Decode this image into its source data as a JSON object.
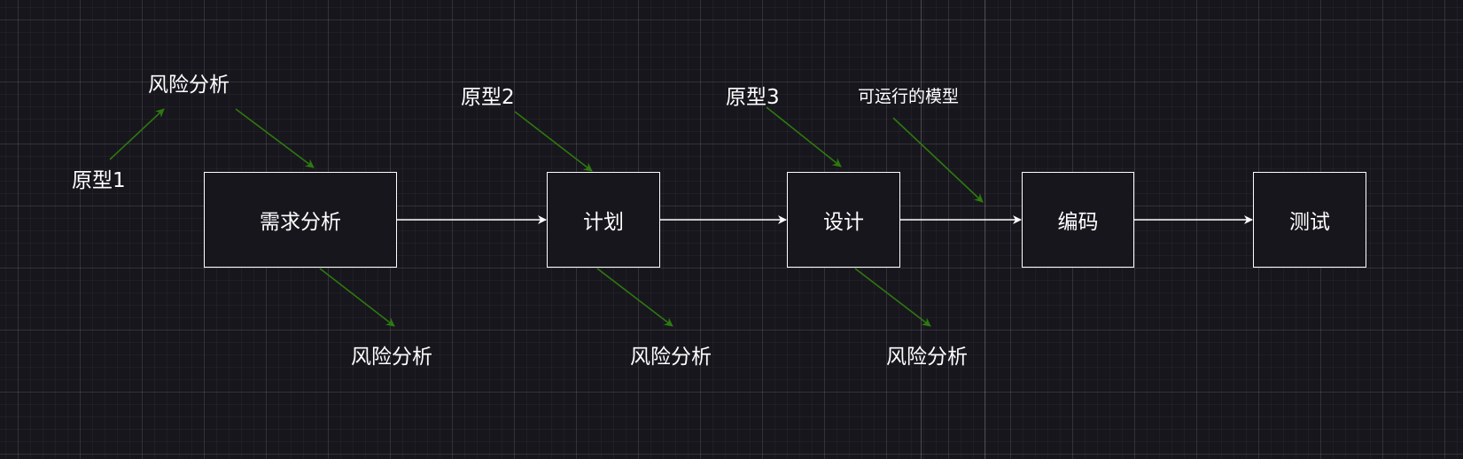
{
  "nodes": {
    "requirements": "需求分析",
    "plan": "计划",
    "design": "设计",
    "coding": "编码",
    "testing": "测试"
  },
  "labels": {
    "prototype1": "原型1",
    "risk_top": "风险分析",
    "prototype2": "原型2",
    "prototype3": "原型3",
    "runnable_model": "可运行的模型",
    "risk_requirements": "风险分析",
    "risk_plan": "风险分析",
    "risk_design": "风险分析"
  },
  "colors": {
    "background": "#18161d",
    "flow_arrow": "#ffffff",
    "annotation_arrow": "#2d7a0f",
    "node_border": "#ffffff",
    "text": "#ffffff"
  }
}
